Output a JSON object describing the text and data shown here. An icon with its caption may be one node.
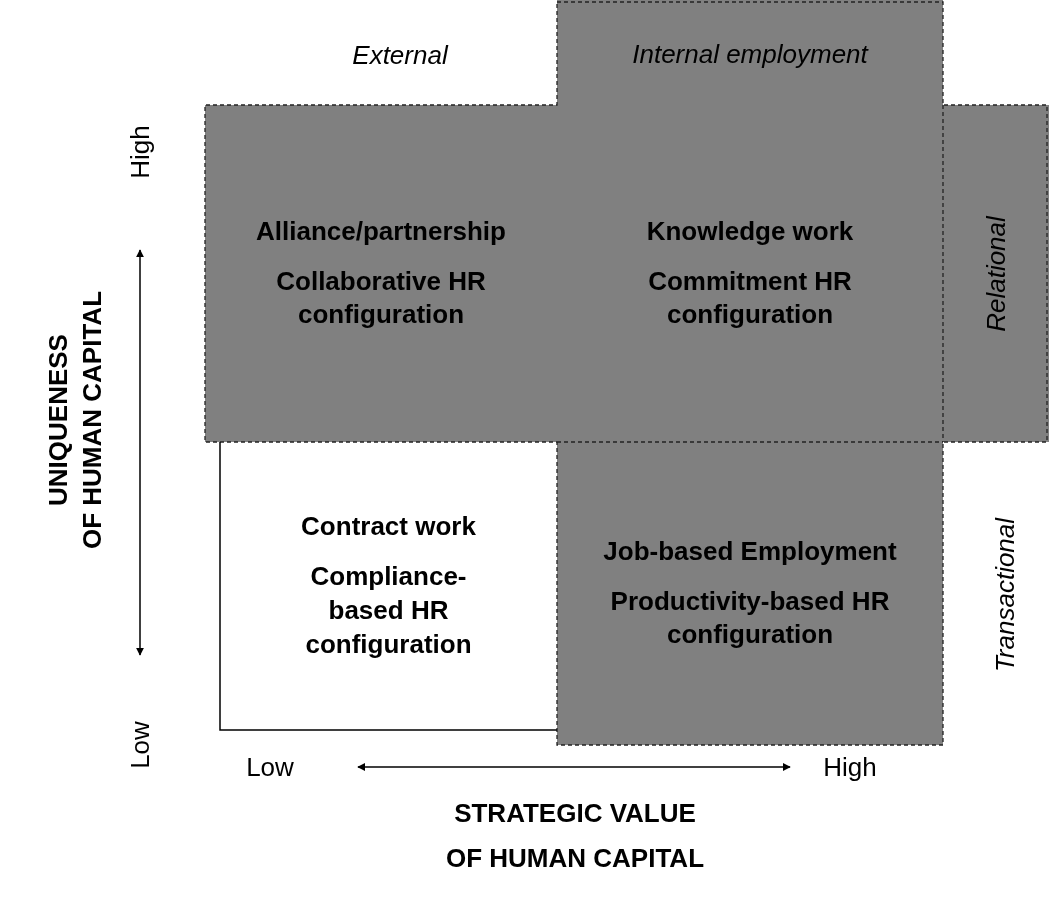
{
  "diagram": {
    "nodes": [
      {
        "text": [
          "Internal employment"
        ]
      },
      {
        "text": [
          "Alliance/partnership",
          "Collaborative HR configuration"
        ]
      },
      {
        "text": [
          "Knowledge work",
          "Commitment HR configuration"
        ]
      },
      {
        "text": [
          "Relational"
        ]
      },
      {
        "text": [
          "Contract work",
          "Compliance-based HR configuration"
        ]
      },
      {
        "text": [
          "Job-based Employment",
          "Productivity-based HR configuration"
        ]
      }
    ],
    "labels": [
      "External",
      "High",
      "UNIQUENESS",
      "OF HUMAN CAPITAL",
      "Transactional",
      "Low",
      "Low",
      "High",
      "STRATEGIC VALUE",
      "OF HUMAN CAPITAL"
    ]
  }
}
